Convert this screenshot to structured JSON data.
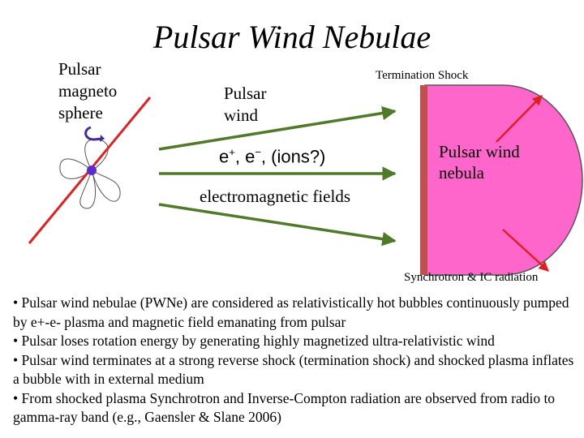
{
  "title": "Pulsar Wind Nebulae",
  "labels": {
    "magnetosphere": [
      "Pulsar",
      "magneto",
      "sphere"
    ],
    "pulsar_wind": [
      "Pulsar",
      "wind"
    ],
    "termination_shock": "Termination Shock",
    "nebula": [
      "Pulsar wind",
      "nebula"
    ],
    "particles": {
      "e1": "e",
      "sup1": "+",
      "sep": ", e",
      "sup2": "−",
      "rest": ", (ions?)"
    },
    "em_fields": "electromagnetic fields",
    "radiation": "Synchrotron & IC radiation"
  },
  "bullets": [
    "Pulsar wind nebulae (PWNe) are considered as relativistically hot bubbles continuously pumped by e+-e- plasma and magnetic field emanating from pulsar",
    "Pulsar loses rotation energy by generating highly magnetized ultra-relativistic wind",
    "Pulsar wind terminates at a strong reverse shock (termination shock) and shocked plasma inflates a bubble with in external medium",
    "From shocked plasma Synchrotron and Inverse-Compton radiation are observed from radio to gamma-ray band (e.g., Gaensler & Slane 2006)"
  ],
  "bullet_mark": "•",
  "colors": {
    "nebula_fill": "#ff66cc",
    "shock": "#c0504d",
    "wind_arrow": "#4f7a28",
    "radiation_arrow": "#e02020",
    "pulsar_axis": "#e02020",
    "pulsar_dot": "#5a2bd1"
  }
}
